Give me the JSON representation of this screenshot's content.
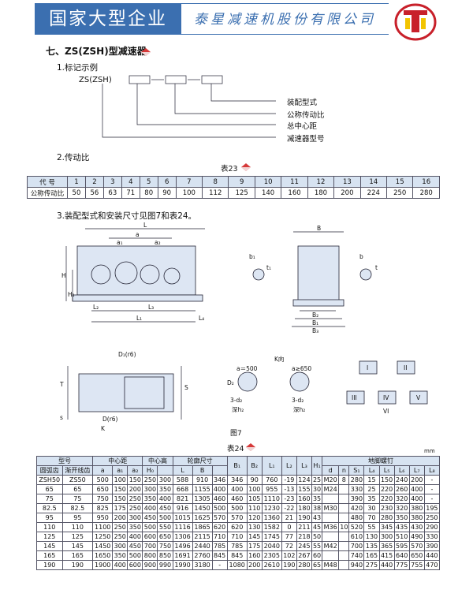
{
  "header": {
    "left_title": "国家大型企业",
    "company": "泰星减速机股份有限公司",
    "logo_icon": "company-logo-icon"
  },
  "section_title": "七、ZS(ZSH)型减速器",
  "sub1": {
    "title": "1.标记示例",
    "model_prefix": "ZS(ZSH)",
    "labels": [
      "装配型式",
      "公称传动比",
      "总中心距",
      "减速器型号"
    ]
  },
  "sub2": {
    "title": "2.传动比",
    "table_title": "表23",
    "row1_label": "代 号",
    "row2_label": "公称传动比",
    "codes": [
      "1",
      "2",
      "3",
      "4",
      "5",
      "6",
      "7",
      "8",
      "9",
      "10",
      "11",
      "12",
      "13",
      "14",
      "15",
      "16"
    ],
    "ratios": [
      "50",
      "56",
      "63",
      "71",
      "80",
      "90",
      "100",
      "112",
      "125",
      "140",
      "160",
      "180",
      "200",
      "224",
      "250",
      "280"
    ]
  },
  "sub3": {
    "title": "3.装配型式和安装尺寸见图7和表24。",
    "fig_caption": "图7",
    "fig_labels": {
      "L": "L",
      "a": "a",
      "a1": "a₁",
      "a2": "a₂",
      "L1": "L₁",
      "L2": "L₂",
      "L3": "L₃",
      "L4": "L₄",
      "H": "H",
      "H1": "H₁",
      "B": "B",
      "B1": "B₁",
      "B2": "B₂",
      "B3": "B₃",
      "b": "b",
      "b1": "b₁",
      "t": "t",
      "t1": "t₁",
      "D1": "D₁(r6)",
      "D": "D(r6)",
      "K": "K",
      "T": "T",
      "S": "S",
      "s": "s",
      "k_view": "K向",
      "a500": "a＝500",
      "a650": "a≥650",
      "hole1": "3-d₂",
      "hole2": "3-d₂",
      "depth1": "深h₂",
      "depth2": "深h₂",
      "d2": "D₂",
      "asm": [
        "I",
        "II",
        "III",
        "IV",
        "V",
        "VI"
      ]
    }
  },
  "table24": {
    "title": "表24",
    "unit": "mm",
    "head1": [
      "型号",
      "中心距",
      "中心高",
      "轮廓尺寸",
      "B₁",
      "B₂",
      "L₁",
      "L₂",
      "L₃",
      "H₁",
      "地脚螺钉"
    ],
    "head2": [
      "圆弧齿",
      "渐开线齿",
      "a",
      "a₁",
      "a₂",
      "H₀",
      "L",
      "B",
      "",
      "",
      "",
      "",
      "",
      "",
      "d",
      "n",
      "S₁",
      "L₄",
      "L₅",
      "L₆",
      "L₇",
      "L₈"
    ],
    "rows": [
      [
        "ZSH50",
        "ZS50",
        "500",
        "100",
        "150",
        "250",
        "300",
        "588",
        "910",
        "346",
        "346",
        "90",
        "760",
        "-19",
        "124",
        "25",
        "M20",
        "8",
        "280",
        "15",
        "150",
        "240",
        "200",
        "-"
      ],
      [
        "65",
        "65",
        "650",
        "150",
        "200",
        "300",
        "350",
        "668",
        "1155",
        "400",
        "400",
        "100",
        "955",
        "-13",
        "155",
        "30",
        "M24",
        "",
        "330",
        "25",
        "220",
        "260",
        "400",
        "-"
      ],
      [
        "75",
        "75",
        "750",
        "150",
        "250",
        "350",
        "400",
        "821",
        "1305",
        "460",
        "460",
        "105",
        "1110",
        "-23",
        "160",
        "35",
        "",
        "",
        "390",
        "35",
        "220",
        "320",
        "400",
        "-"
      ],
      [
        "82.5",
        "82.5",
        "825",
        "175",
        "250",
        "400",
        "450",
        "916",
        "1450",
        "500",
        "500",
        "110",
        "1230",
        "-22",
        "180",
        "38",
        "M30",
        "",
        "420",
        "30",
        "230",
        "320",
        "380",
        "195"
      ],
      [
        "95",
        "95",
        "950",
        "200",
        "300",
        "450",
        "500",
        "1015",
        "1625",
        "570",
        "570",
        "120",
        "1360",
        "21",
        "190",
        "43",
        "",
        "",
        "480",
        "70",
        "280",
        "350",
        "380",
        "250"
      ],
      [
        "110",
        "110",
        "1100",
        "250",
        "350",
        "500",
        "550",
        "1116",
        "1865",
        "620",
        "620",
        "130",
        "1582",
        "0",
        "211",
        "45",
        "M36",
        "10",
        "520",
        "55",
        "345",
        "435",
        "430",
        "290"
      ],
      [
        "125",
        "125",
        "1250",
        "250",
        "400",
        "600",
        "650",
        "1306",
        "2115",
        "710",
        "710",
        "145",
        "1745",
        "77",
        "218",
        "50",
        "",
        "",
        "610",
        "130",
        "300",
        "510",
        "490",
        "330"
      ],
      [
        "145",
        "145",
        "1450",
        "300",
        "450",
        "700",
        "750",
        "1496",
        "2440",
        "785",
        "785",
        "175",
        "2040",
        "72",
        "245",
        "55",
        "M42",
        "",
        "700",
        "135",
        "365",
        "595",
        "570",
        "390"
      ],
      [
        "165",
        "165",
        "1650",
        "350",
        "500",
        "800",
        "850",
        "1691",
        "2760",
        "845",
        "845",
        "160",
        "2305",
        "102",
        "267",
        "60",
        "",
        "",
        "740",
        "165",
        "415",
        "640",
        "650",
        "440"
      ],
      [
        "190",
        "190",
        "1900",
        "400",
        "600",
        "900",
        "990",
        "1990",
        "3180",
        "-",
        "1080",
        "200",
        "2610",
        "190",
        "280",
        "65",
        "M48",
        "",
        "940",
        "275",
        "440",
        "775",
        "755",
        "470"
      ]
    ]
  }
}
